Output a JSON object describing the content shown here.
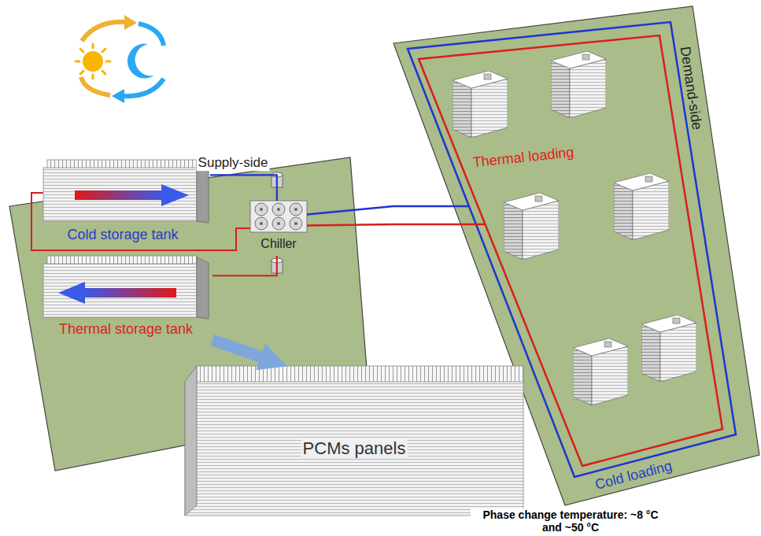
{
  "diagram": {
    "nodes": [
      {
        "text": [
          "Supply-side"
        ]
      },
      {
        "text": [
          "Cold storage tank"
        ],
        "in": 0
      },
      {
        "text": [
          "Chiller"
        ],
        "in": 0
      },
      {
        "text": [
          "Thermal storage tank"
        ],
        "in": 0
      },
      {
        "text": [
          "PCMs panels"
        ]
      },
      {
        "text": [
          "Demand-side"
        ]
      }
    ],
    "edges": [
      {
        "from": 1,
        "to": 2,
        "arrow": "none"
      },
      {
        "from": 3,
        "to": 2,
        "arrow": "none"
      },
      {
        "from": 2,
        "to": 5,
        "arrow": "none"
      },
      {
        "from": 2,
        "to": 5,
        "arrow": "none"
      },
      {
        "from": 3,
        "to": 4,
        "arrow": "to"
      }
    ],
    "labels": [
      "Thermal loading",
      "Cold loading",
      "Phase change temperature: ~8 °C and ~50 °C"
    ]
  }
}
